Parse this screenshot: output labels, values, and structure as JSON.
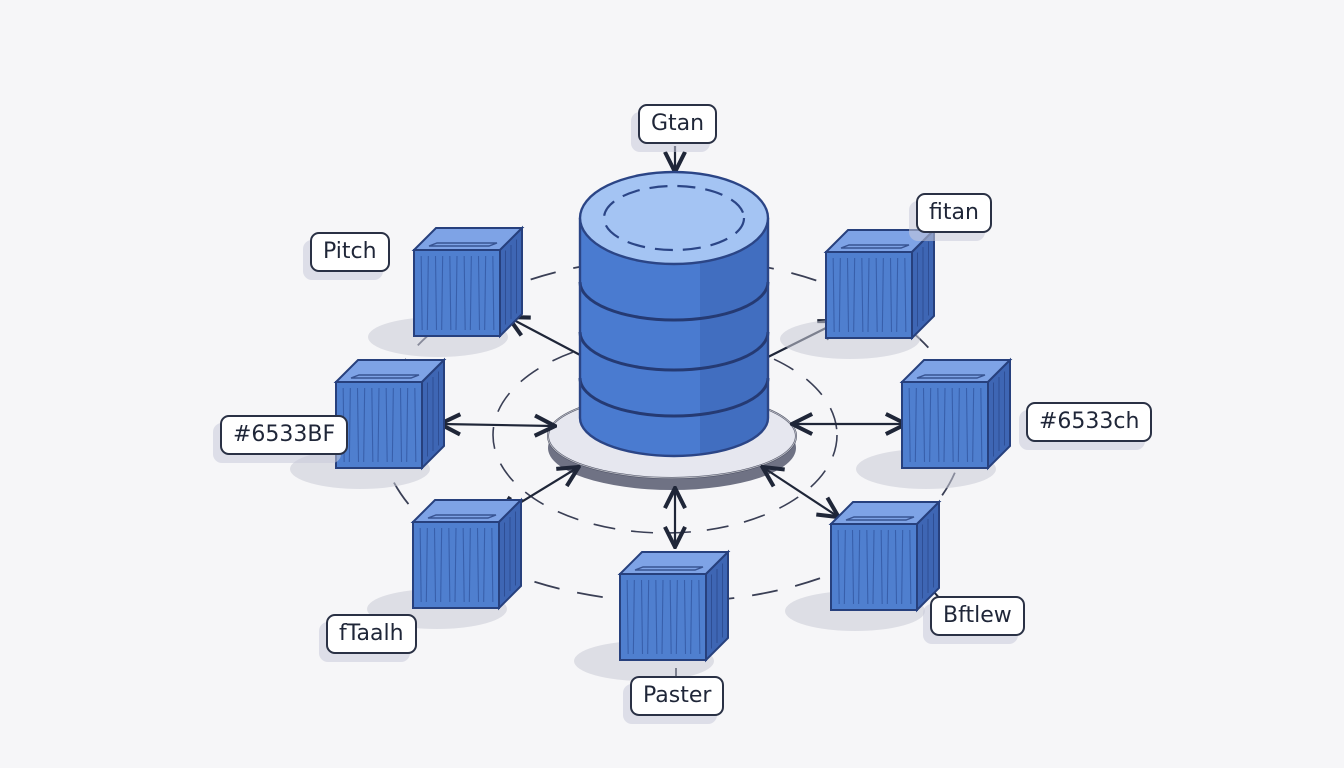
{
  "colors": {
    "background": "#f6f6f8",
    "cube_front": "#4f7fcf",
    "cube_side": "#3e66b4",
    "cube_top": "#7ea3e6",
    "db_body": "#4a7bd0",
    "db_top": "#9ec0f2",
    "platform": "#dfe0ea",
    "ink": "#1f2638",
    "ring": "#3a3f55"
  },
  "central_node": {
    "icon": "database-icon",
    "label": "Gtan"
  },
  "nodes": [
    {
      "label": "Pitch",
      "icon": "cube-icon"
    },
    {
      "label": "fitan",
      "icon": "cube-icon"
    },
    {
      "label": "#6533BF",
      "icon": "cube-icon"
    },
    {
      "label": "#6533ch",
      "icon": "cube-icon"
    },
    {
      "label": "fTaalh",
      "icon": "cube-icon"
    },
    {
      "label": "Paster",
      "icon": "cube-icon"
    },
    {
      "label": "Bftlew",
      "icon": "cube-icon"
    }
  ]
}
